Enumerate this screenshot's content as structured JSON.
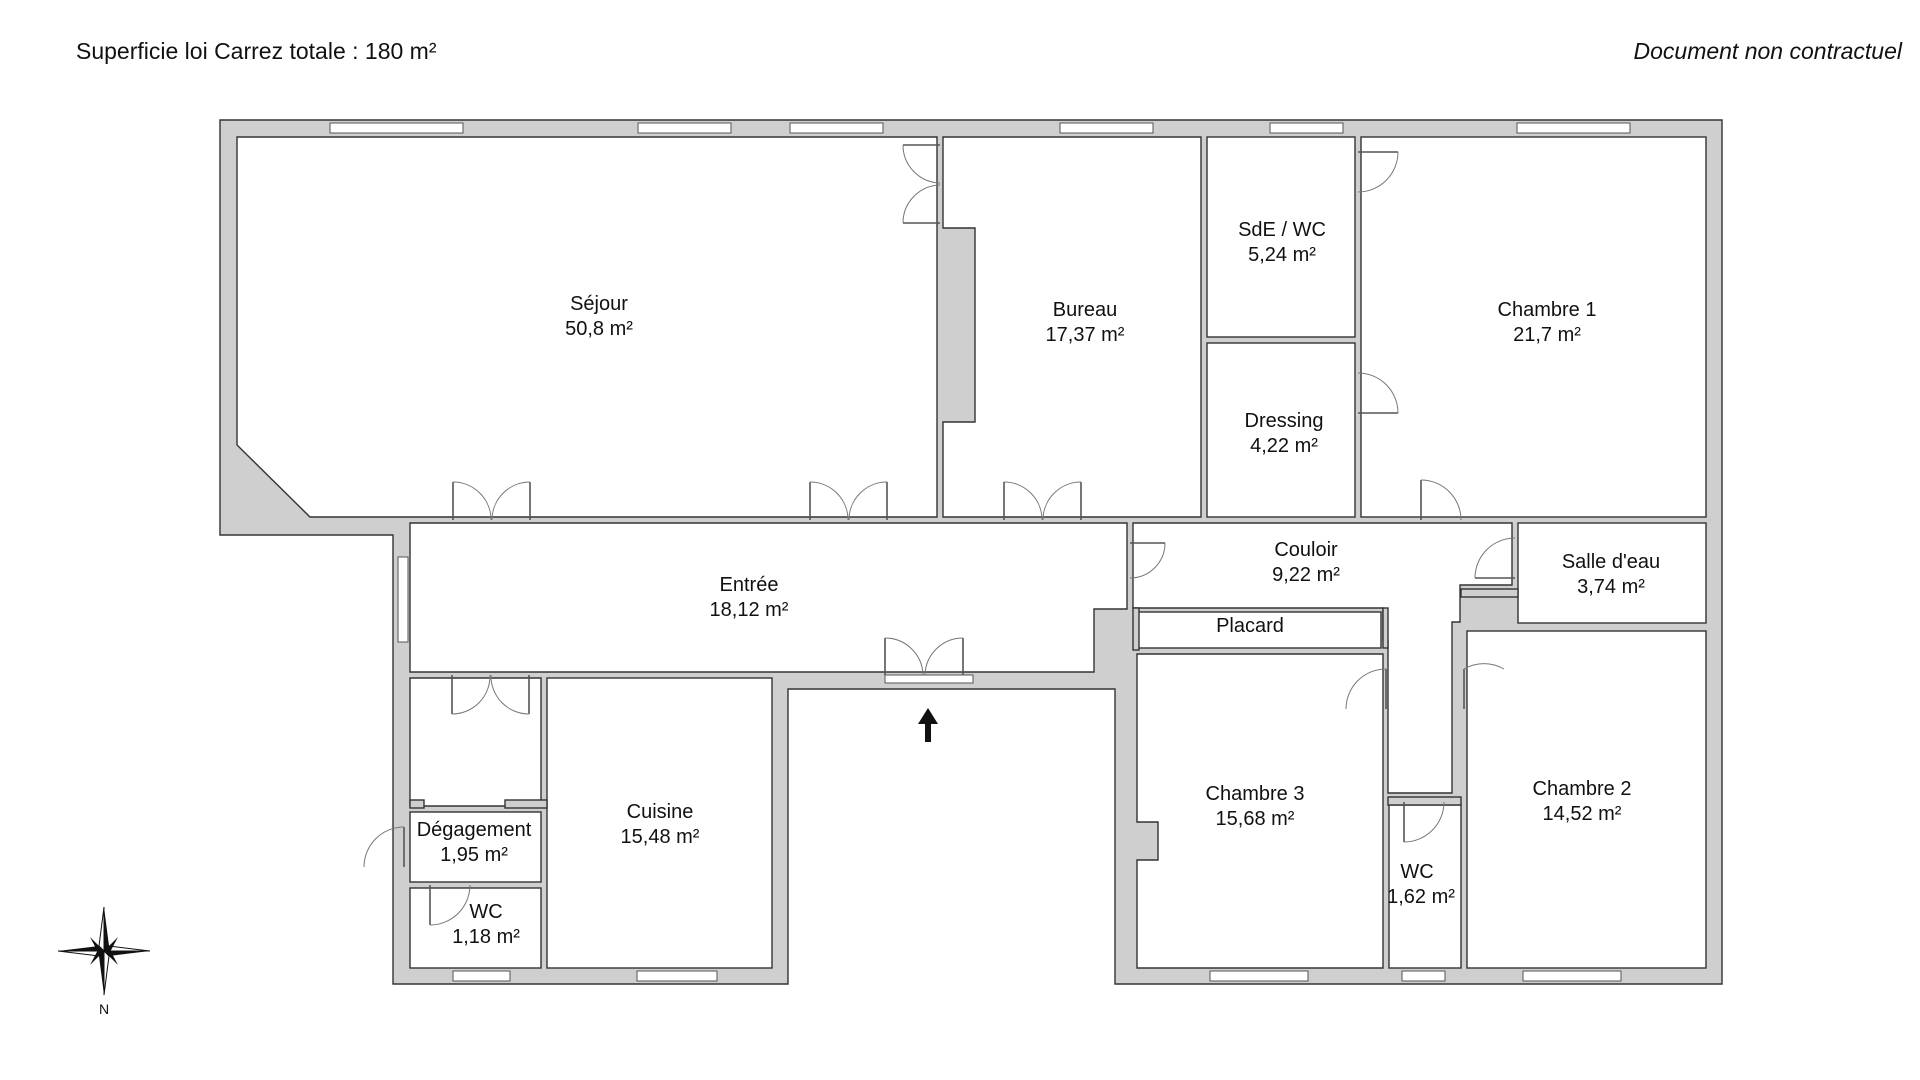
{
  "header": {
    "total_area": "Superficie loi Carrez totale : 180 m²",
    "disclaimer": "Document non contractuel"
  },
  "rooms": {
    "sejour": {
      "name": "Séjour",
      "area": "50,8 m²"
    },
    "bureau": {
      "name": "Bureau",
      "area": "17,37 m²"
    },
    "sde_wc": {
      "name": "SdE / WC",
      "area": "5,24 m²"
    },
    "chambre1": {
      "name": "Chambre 1",
      "area": "21,7 m²"
    },
    "dressing": {
      "name": "Dressing",
      "area": "4,22 m²"
    },
    "couloir": {
      "name": "Couloir",
      "area": "9,22 m²"
    },
    "salle_eau": {
      "name": "Salle d'eau",
      "area": "3,74 m²"
    },
    "entree": {
      "name": "Entrée",
      "area": "18,12 m²"
    },
    "placard": {
      "name": "Placard"
    },
    "cuisine": {
      "name": "Cuisine",
      "area": "15,48 m²"
    },
    "degagement": {
      "name": "Dégagement",
      "area": "1,95 m²"
    },
    "wc1": {
      "name": "WC",
      "area": "1,18 m²"
    },
    "chambre3": {
      "name": "Chambre 3",
      "area": "15,68 m²"
    },
    "wc2": {
      "name": "WC",
      "area": "1,62 m²"
    },
    "chambre2": {
      "name": "Chambre 2",
      "area": "14,52 m²"
    }
  },
  "compass": {
    "north_label": "N"
  },
  "icons": {
    "entrance": "entrance-arrow-icon",
    "compass": "compass-rose-icon"
  }
}
